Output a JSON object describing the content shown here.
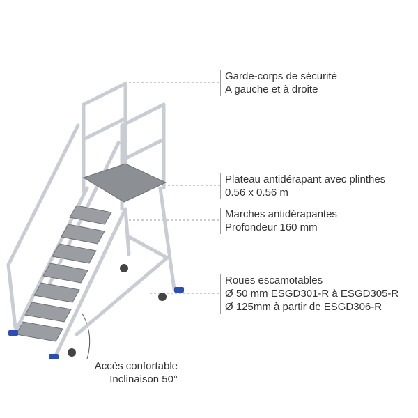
{
  "callouts": [
    {
      "lines": [
        "Garde-corps de sécurité",
        "A gauche et à droite"
      ]
    },
    {
      "lines": [
        "Plateau antidérapant avec plinthes",
        "0.56 x 0.56 m"
      ]
    },
    {
      "lines": [
        "Marches antidérapantes",
        "Profondeur 160 mm"
      ]
    },
    {
      "lines": [
        "Roues escamotables",
        "Ø 50 mm ESGD301-R à ESGD305-R",
        "Ø 125mm à partir de ESGD306-R"
      ]
    }
  ],
  "bottom_callout": {
    "lines": [
      "Accès confortable",
      "Inclinaison 50°"
    ]
  },
  "colors": {
    "frame": "#c9ccd2",
    "tread": "#8c8f94",
    "foot": "#2b4fb0",
    "text": "#333333"
  }
}
